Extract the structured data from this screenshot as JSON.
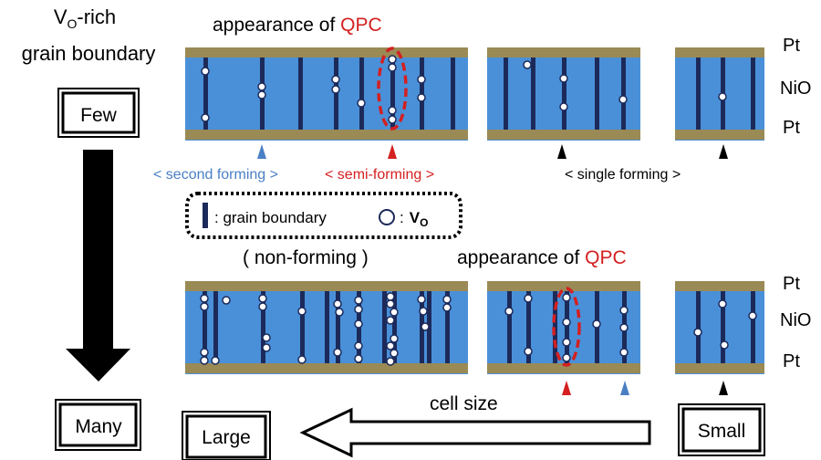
{
  "labels": {
    "left_title_prefix": "V",
    "left_title_sub": "O",
    "left_title_suffix": "-rich",
    "left_title_line2": "grain boundary",
    "few": "Few",
    "many": "Many",
    "large": "Large",
    "small": "Small",
    "cell_size": "cell size",
    "appearance_prefix": "appearance of ",
    "qpc": "QPC",
    "second_forming": "< second forming >",
    "semi_forming": "< semi-forming >",
    "single_forming": "< single forming >",
    "non_forming": "( non-forming )",
    "legend_gb": ": grain boundary",
    "legend_vo_colon": ":",
    "legend_vo_main": "V",
    "legend_vo_sub": "O",
    "pt": "Pt",
    "nio": "NiO"
  },
  "colors": {
    "nio_layer": "#4a90d9",
    "pt_layer": "#9a8a55",
    "grain_boundary": "#1c2a5a",
    "vacancy_fill": "#ffffff",
    "qpc_red": "#d42020",
    "blue_marker": "#4a7fc4",
    "black": "#000000"
  },
  "grain_counts": {
    "top": [
      8,
      5,
      3
    ],
    "bottom": [
      12,
      6,
      3
    ]
  }
}
